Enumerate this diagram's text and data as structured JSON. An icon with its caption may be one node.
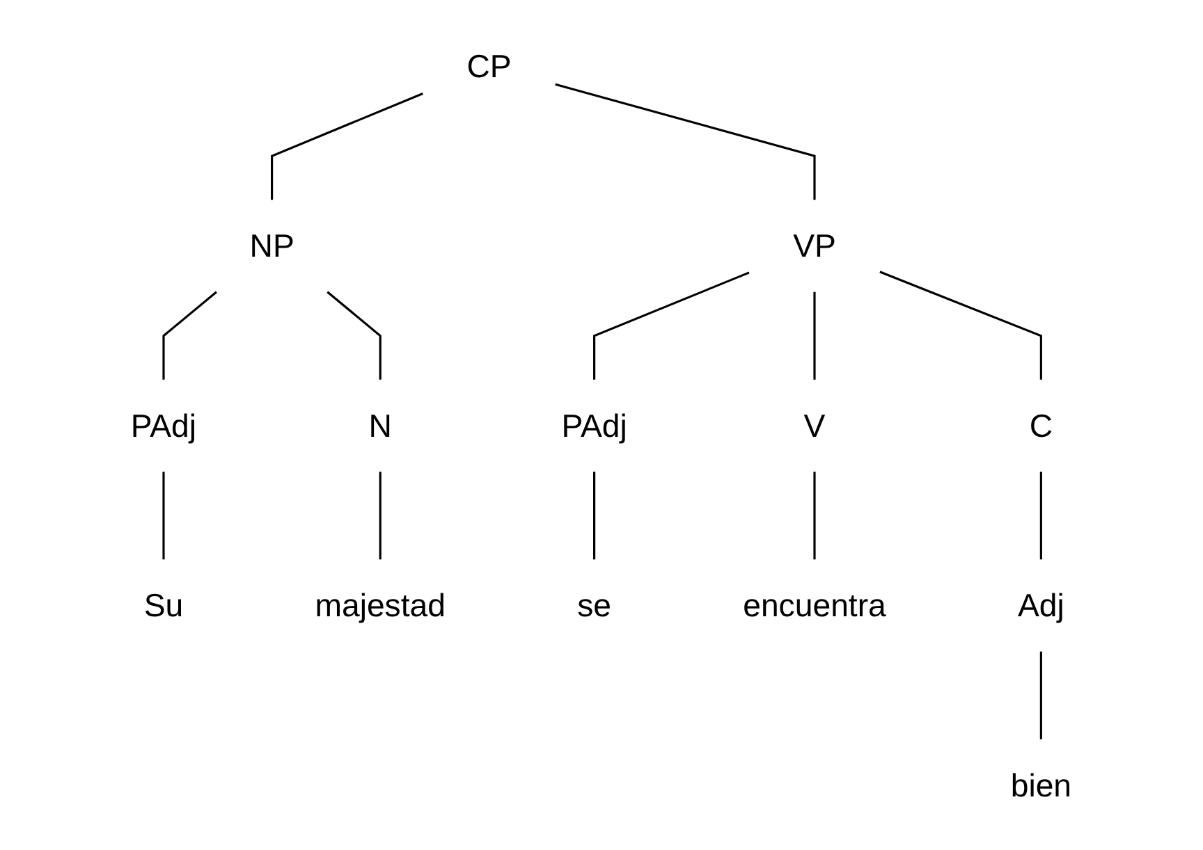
{
  "diagram": {
    "nodes": [
      {
        "text": [
          "CP"
        ]
      },
      {
        "text": [
          "NP"
        ]
      },
      {
        "text": [
          "VP"
        ]
      },
      {
        "text": [
          "PAdj"
        ]
      },
      {
        "text": [
          "N"
        ]
      },
      {
        "text": [
          "PAdj"
        ]
      },
      {
        "text": [
          "V"
        ]
      },
      {
        "text": [
          "C"
        ]
      },
      {
        "text": [
          "Su"
        ]
      },
      {
        "text": [
          "majestad"
        ]
      },
      {
        "text": [
          "se"
        ]
      },
      {
        "text": [
          "encuentra"
        ]
      },
      {
        "text": [
          "Adj"
        ]
      },
      {
        "text": [
          "bien"
        ]
      }
    ],
    "edges": [
      {
        "from": 0,
        "to": 1,
        "arrow": "none"
      },
      {
        "from": 0,
        "to": 2,
        "arrow": "none"
      },
      {
        "from": 1,
        "to": 3,
        "arrow": "none"
      },
      {
        "from": 1,
        "to": 4,
        "arrow": "none"
      },
      {
        "from": 2,
        "to": 5,
        "arrow": "none"
      },
      {
        "from": 2,
        "to": 6,
        "arrow": "none"
      },
      {
        "from": 2,
        "to": 7,
        "arrow": "none"
      },
      {
        "from": 3,
        "to": 8,
        "arrow": "none"
      },
      {
        "from": 4,
        "to": 9,
        "arrow": "none"
      },
      {
        "from": 5,
        "to": 10,
        "arrow": "none"
      },
      {
        "from": 6,
        "to": 11,
        "arrow": "none"
      },
      {
        "from": 7,
        "to": 12,
        "arrow": "none"
      },
      {
        "from": 12,
        "to": 13,
        "arrow": "none"
      }
    ]
  }
}
